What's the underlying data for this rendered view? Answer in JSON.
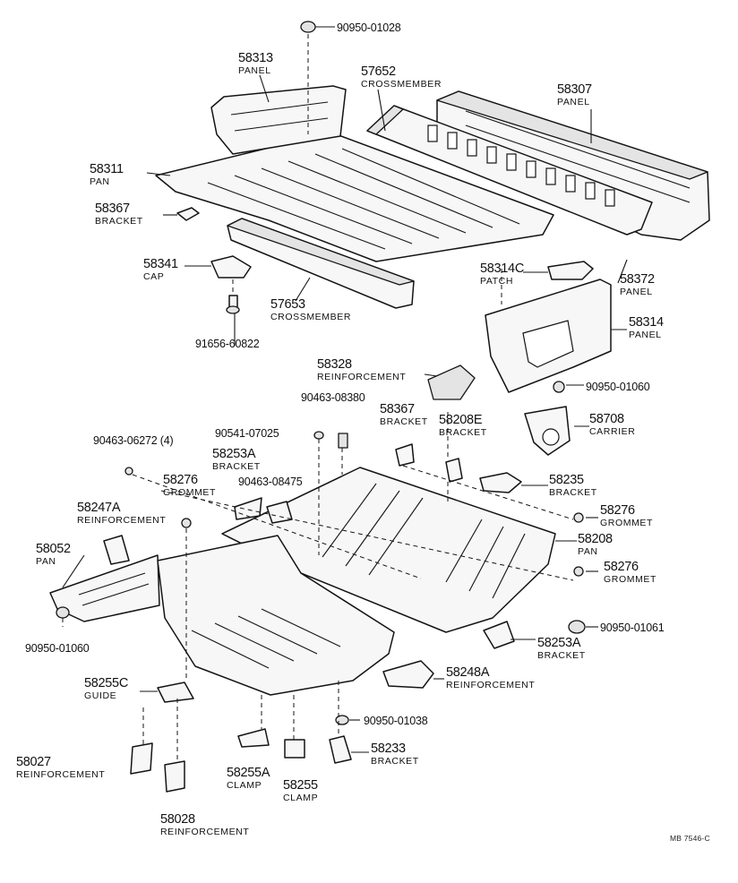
{
  "parts": {
    "p58313": {
      "number": "58313",
      "name": "PANEL"
    },
    "p57652": {
      "number": "57652",
      "name": "CROSSMEMBER"
    },
    "p58307": {
      "number": "58307",
      "name": "PANEL"
    },
    "p58311": {
      "number": "58311",
      "name": "PAN"
    },
    "p58367a": {
      "number": "58367",
      "name": "BRACKET"
    },
    "p58341": {
      "number": "58341",
      "name": "CAP"
    },
    "p57653": {
      "number": "57653",
      "name": "CROSSMEMBER"
    },
    "p58314c": {
      "number": "58314C",
      "name": "PATCH"
    },
    "p58372": {
      "number": "58372",
      "name": "PANEL"
    },
    "p58314": {
      "number": "58314",
      "name": "PANEL"
    },
    "p58328": {
      "number": "58328",
      "name": "REINFORCEMENT"
    },
    "p58367b": {
      "number": "58367",
      "name": "BRACKET"
    },
    "p58208e": {
      "number": "58208E",
      "name": "BRACKET"
    },
    "p58708": {
      "number": "58708",
      "name": "CARRIER"
    },
    "p58253a1": {
      "number": "58253A",
      "name": "BRACKET"
    },
    "p58276a": {
      "number": "58276",
      "name": "GROMMET"
    },
    "p58235": {
      "number": "58235",
      "name": "BRACKET"
    },
    "p58247a": {
      "number": "58247A",
      "name": "REINFORCEMENT"
    },
    "p58276b": {
      "number": "58276",
      "name": "GROMMET"
    },
    "p58052": {
      "number": "58052",
      "name": "PAN"
    },
    "p58208": {
      "number": "58208",
      "name": "PAN"
    },
    "p58276c": {
      "number": "58276",
      "name": "GROMMET"
    },
    "p58253a2": {
      "number": "58253A",
      "name": "BRACKET"
    },
    "p58248a": {
      "number": "58248A",
      "name": "REINFORCEMENT"
    },
    "p58255c": {
      "number": "58255C",
      "name": "GUIDE"
    },
    "p58027": {
      "number": "58027",
      "name": "REINFORCEMENT"
    },
    "p58233": {
      "number": "58233",
      "name": "BRACKET"
    },
    "p58255a": {
      "number": "58255A",
      "name": "CLAMP"
    },
    "p58255": {
      "number": "58255",
      "name": "CLAMP"
    },
    "p58028": {
      "number": "58028",
      "name": "REINFORCEMENT"
    }
  },
  "fasteners": {
    "f1": "90950-01028",
    "f2": "91656-60822",
    "f3": "90950-01060",
    "f4": "90463-08380",
    "f5": "90541-07025",
    "f6": "90463-06272 (4)",
    "f7": "90463-08475",
    "f8": "90950-01060",
    "f9": "90950-01061",
    "f10": "90950-01038"
  },
  "figure_code": "MB 7546-C"
}
